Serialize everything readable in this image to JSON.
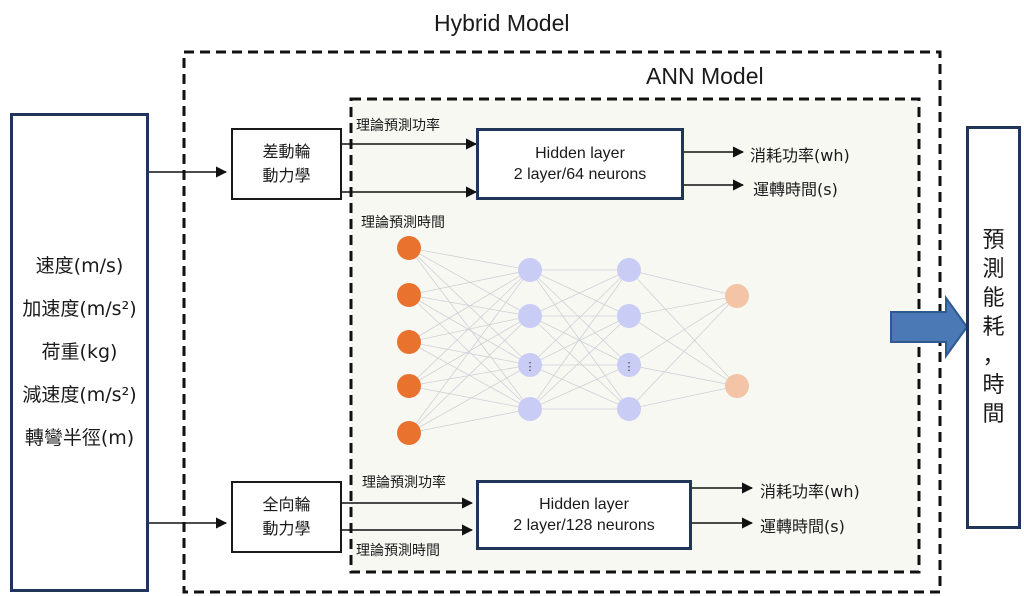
{
  "hybrid_title": "Hybrid Model",
  "ann_title": "ANN Model",
  "inputs": {
    "lines": [
      "速度(m/s)",
      "加速度(m/s²)",
      "荷重(kg)",
      "減速度(m/s²)",
      "轉彎半徑(m)"
    ]
  },
  "dd_block": {
    "line1": "差動輪",
    "line2": "動力學"
  },
  "omni_block": {
    "line1": "全向輪",
    "line2": "動力學"
  },
  "hidden_top": {
    "line1": "Hidden layer",
    "line2": "2 layer/64 neurons"
  },
  "hidden_bottom": {
    "line1": "Hidden layer",
    "line2": "2 layer/128 neurons"
  },
  "labels": {
    "top_power": "理論預測功率",
    "top_time": "理論預測時間",
    "bottom_power": "理論預測功率",
    "bottom_time": "理論預測時間"
  },
  "outputs": {
    "top_power": "消耗功率(wh)",
    "top_time": "運轉時間(s)",
    "bottom_power": "消耗功率(wh)",
    "bottom_time": "運轉時間(s)"
  },
  "result": {
    "lines": [
      "預",
      "測",
      "能",
      "耗",
      "，",
      "時",
      "間"
    ]
  },
  "network": {
    "layers": [
      5,
      4,
      4,
      2
    ],
    "colors": [
      "#e8722e",
      "#c9ccf5",
      "#c9ccf5",
      "#f4c4a6"
    ],
    "ellipsis_layers": [
      1,
      2
    ]
  }
}
